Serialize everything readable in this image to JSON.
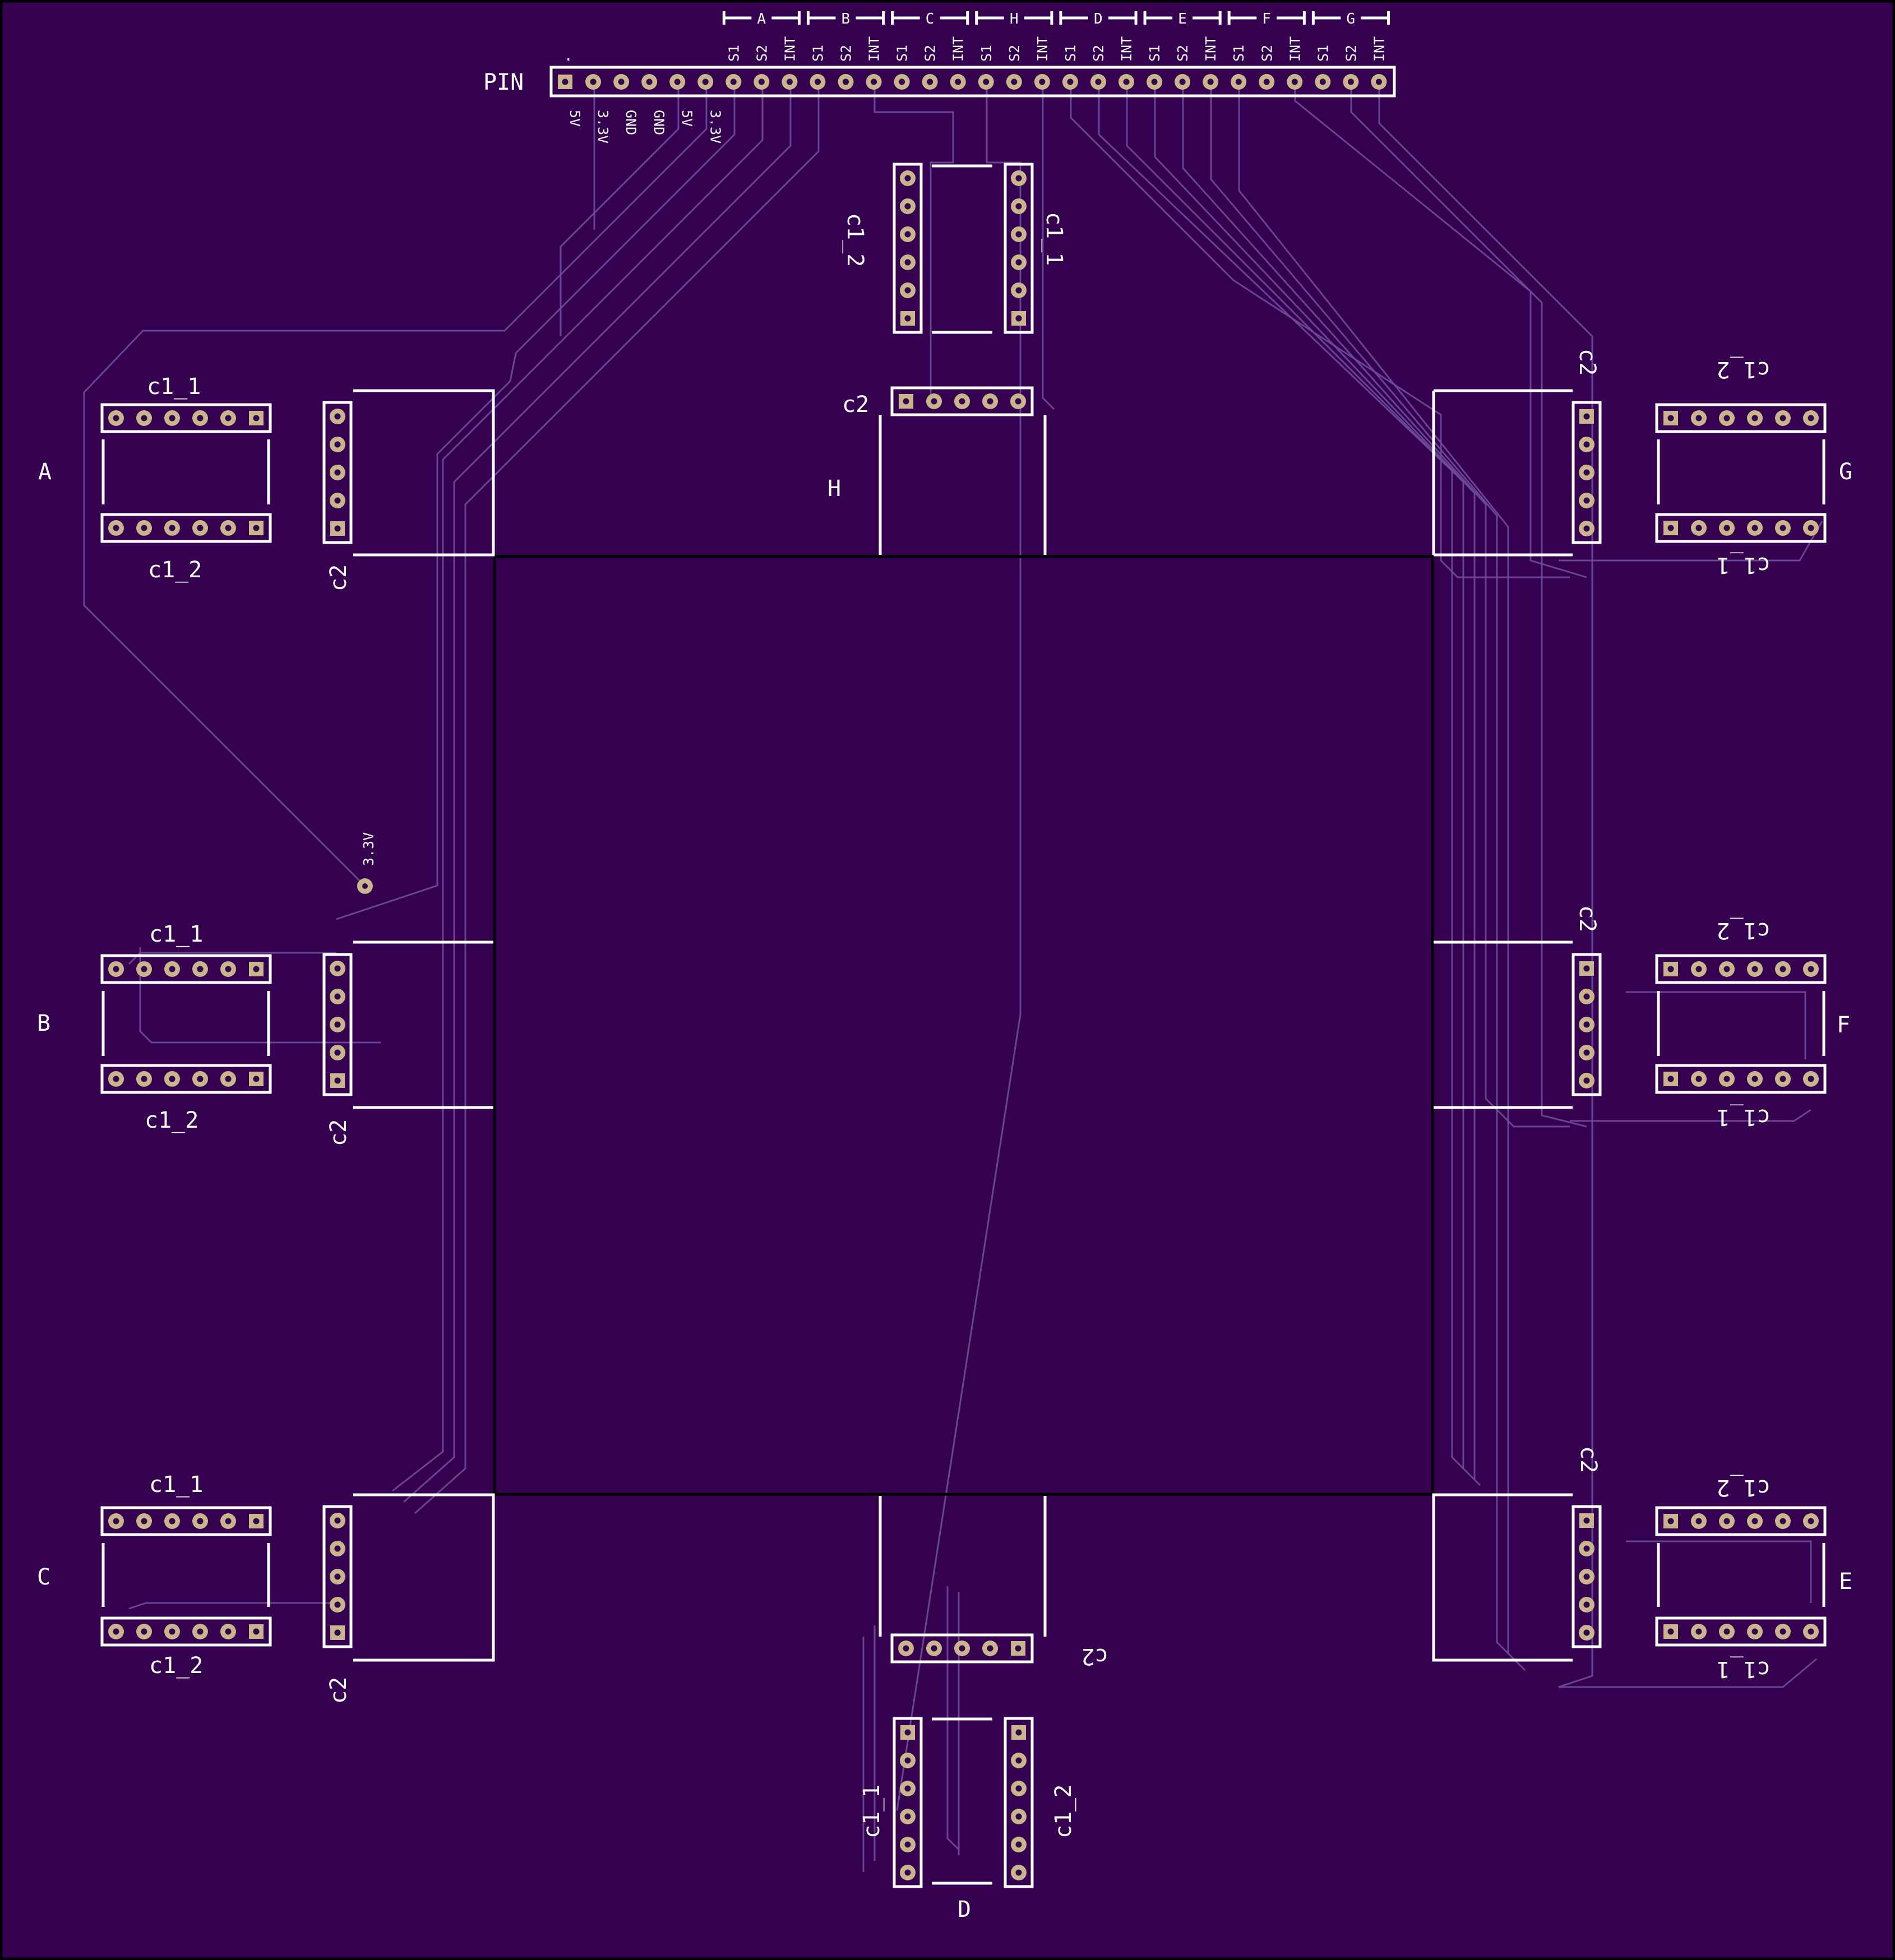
{
  "colors": {
    "board": "#35004f",
    "silkscreen": "#ffffff",
    "pad": "#c9b58c",
    "trace": "#6e4c98"
  },
  "header": {
    "label": "PIN",
    "top_labels": [
      "A",
      "B",
      "C",
      "H",
      "D",
      "E",
      "F",
      "G"
    ],
    "signal_labels": [
      "S1",
      "S2",
      "INT",
      "S1",
      "S2",
      "INT",
      "S1",
      "S2",
      "INT",
      "S1",
      "S2",
      "INT",
      "S1",
      "S2",
      "INT",
      "S1",
      "S2",
      "INT",
      "S1",
      "S2",
      "INT",
      "S1",
      "S2",
      "INT"
    ],
    "power_labels": [
      "5V",
      "3.3V",
      "GND",
      "GND",
      "5V",
      "3.3V"
    ],
    "pin_count": 30
  },
  "test_point": {
    "label": "3.3V"
  },
  "modules": {
    "A": {
      "name": "A",
      "c1_1": "c1_1",
      "c1_2": "c1_2",
      "c2": "c2"
    },
    "B": {
      "name": "B",
      "c1_1": "c1_1",
      "c1_2": "c1_2",
      "c2": "c2"
    },
    "C": {
      "name": "C",
      "c1_1": "c1_1",
      "c1_2": "c1_2",
      "c2": "c2"
    },
    "D": {
      "name": "D",
      "c1_1": "c1_1",
      "c1_2": "c1_2",
      "c2": "c2"
    },
    "E": {
      "name": "E",
      "c1_1": "c1_1",
      "c1_2": "c1_2",
      "c2": "c2"
    },
    "F": {
      "name": "F",
      "c1_1": "c1_1",
      "c1_2": "c1_2",
      "c2": "c2"
    },
    "G": {
      "name": "G",
      "c1_1": "c1_1",
      "c1_2": "c1_2",
      "c2": "c2"
    },
    "H": {
      "name": "H",
      "c1_1": "c1_1",
      "c1_2": "c1_2",
      "c2": "c2"
    }
  }
}
